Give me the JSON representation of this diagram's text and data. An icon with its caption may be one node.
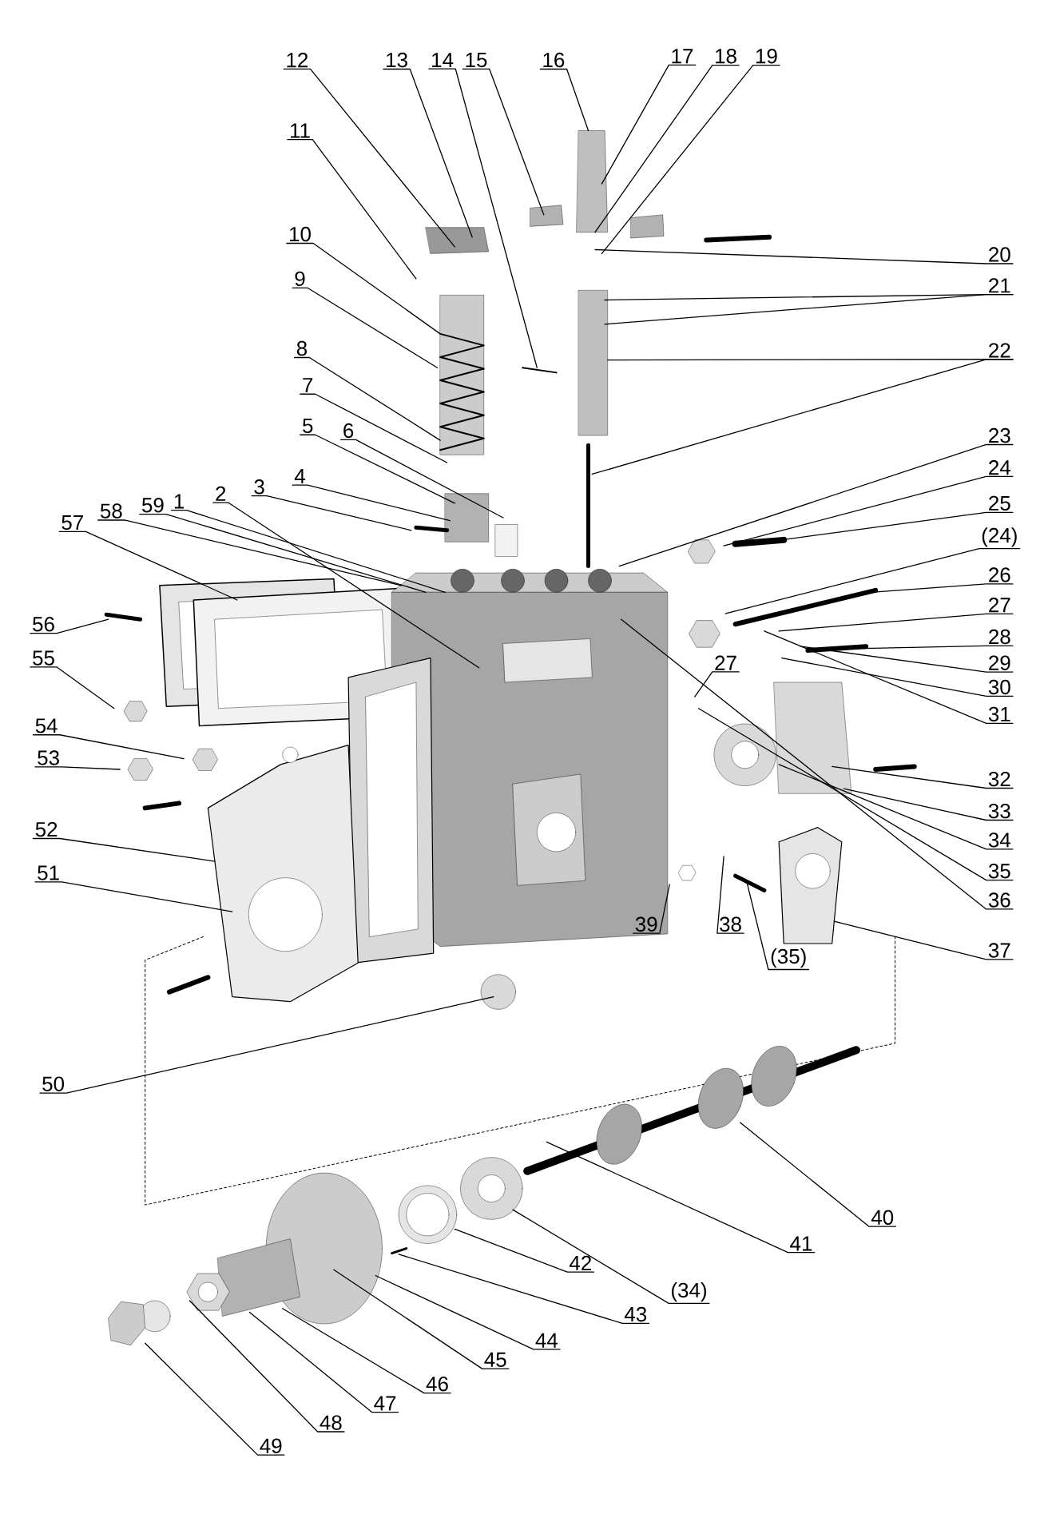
{
  "diagram": {
    "nodes": [
      {
        "text": [
          "12"
        ]
      },
      {
        "text": [
          "13"
        ]
      },
      {
        "text": [
          "14"
        ]
      },
      {
        "text": [
          "15"
        ]
      },
      {
        "text": [
          "16"
        ]
      },
      {
        "text": [
          "17"
        ]
      },
      {
        "text": [
          "18"
        ]
      },
      {
        "text": [
          "19"
        ]
      },
      {
        "text": [
          "11"
        ]
      },
      {
        "text": [
          "10"
        ]
      },
      {
        "text": [
          "20"
        ]
      },
      {
        "text": [
          "21"
        ]
      },
      {
        "text": [
          "9"
        ]
      },
      {
        "text": [
          "8"
        ]
      },
      {
        "text": [
          "22"
        ]
      },
      {
        "text": [
          "7"
        ]
      },
      {
        "text": [
          "5"
        ]
      },
      {
        "text": [
          "6"
        ]
      },
      {
        "text": [
          "23"
        ]
      },
      {
        "text": [
          "24"
        ]
      },
      {
        "text": [
          "4"
        ]
      },
      {
        "text": [
          "3"
        ]
      },
      {
        "text": [
          "2"
        ]
      },
      {
        "text": [
          "1"
        ]
      },
      {
        "text": [
          "59"
        ]
      },
      {
        "text": [
          "58"
        ]
      },
      {
        "text": [
          "57"
        ]
      },
      {
        "text": [
          "25"
        ]
      },
      {
        "text": [
          "(24)"
        ]
      },
      {
        "text": [
          "26"
        ]
      },
      {
        "text": [
          "27"
        ]
      },
      {
        "text": [
          "28"
        ]
      },
      {
        "text": [
          "56"
        ]
      },
      {
        "text": [
          "29"
        ]
      },
      {
        "text": [
          "55"
        ]
      },
      {
        "text": [
          "27"
        ]
      },
      {
        "text": [
          "30"
        ]
      },
      {
        "text": [
          "31"
        ]
      },
      {
        "text": [
          "54"
        ]
      },
      {
        "text": [
          "53"
        ]
      },
      {
        "text": [
          "32"
        ]
      },
      {
        "text": [
          "33"
        ]
      },
      {
        "text": [
          "52"
        ]
      },
      {
        "text": [
          "34"
        ]
      },
      {
        "text": [
          "35"
        ]
      },
      {
        "text": [
          "51"
        ]
      },
      {
        "text": [
          "36"
        ]
      },
      {
        "text": [
          "39"
        ]
      },
      {
        "text": [
          "38"
        ]
      },
      {
        "text": [
          "37"
        ]
      },
      {
        "text": [
          "(35)"
        ]
      },
      {
        "text": [
          "50"
        ]
      },
      {
        "text": [
          "40"
        ]
      },
      {
        "text": [
          "41"
        ]
      },
      {
        "text": [
          "42"
        ]
      },
      {
        "text": [
          "(34)"
        ]
      },
      {
        "text": [
          "43"
        ]
      },
      {
        "text": [
          "44"
        ]
      },
      {
        "text": [
          "45"
        ]
      },
      {
        "text": [
          "46"
        ]
      },
      {
        "text": [
          "47"
        ]
      },
      {
        "text": [
          "48"
        ]
      },
      {
        "text": [
          "49"
        ]
      }
    ],
    "edges": [
      {
        "from": 0,
        "to": null,
        "arrow": "none"
      },
      {
        "from": 1,
        "to": null,
        "arrow": "none"
      },
      {
        "from": 2,
        "to": null,
        "arrow": "none"
      },
      {
        "from": 3,
        "to": null,
        "arrow": "none"
      },
      {
        "from": 4,
        "to": null,
        "arrow": "none"
      },
      {
        "from": 5,
        "to": null,
        "arrow": "none"
      },
      {
        "from": 6,
        "to": null,
        "arrow": "none"
      },
      {
        "from": 7,
        "to": null,
        "arrow": "none"
      },
      {
        "from": 8,
        "to": null,
        "arrow": "none"
      },
      {
        "from": 9,
        "to": null,
        "arrow": "none"
      },
      {
        "from": 10,
        "to": null,
        "arrow": "none"
      },
      {
        "from": 11,
        "to": null,
        "arrow": "none"
      },
      {
        "from": 11,
        "to": null,
        "arrow": "none"
      },
      {
        "from": 12,
        "to": null,
        "arrow": "none"
      },
      {
        "from": 13,
        "to": null,
        "arrow": "none"
      },
      {
        "from": 14,
        "to": null,
        "arrow": "none"
      },
      {
        "from": 14,
        "to": null,
        "arrow": "none"
      },
      {
        "from": 15,
        "to": null,
        "arrow": "none"
      },
      {
        "from": 16,
        "to": null,
        "arrow": "none"
      },
      {
        "from": 17,
        "to": null,
        "arrow": "none"
      },
      {
        "from": 18,
        "to": null,
        "arrow": "none"
      },
      {
        "from": 19,
        "to": null,
        "arrow": "none"
      },
      {
        "from": 20,
        "to": null,
        "arrow": "none"
      },
      {
        "from": 21,
        "to": null,
        "arrow": "none"
      },
      {
        "from": 22,
        "to": null,
        "arrow": "none"
      },
      {
        "from": 23,
        "to": null,
        "arrow": "none"
      },
      {
        "from": 24,
        "to": null,
        "arrow": "none"
      },
      {
        "from": 25,
        "to": null,
        "arrow": "none"
      },
      {
        "from": 26,
        "to": null,
        "arrow": "none"
      },
      {
        "from": 27,
        "to": null,
        "arrow": "none"
      },
      {
        "from": 28,
        "to": null,
        "arrow": "none"
      },
      {
        "from": 29,
        "to": null,
        "arrow": "none"
      },
      {
        "from": 30,
        "to": null,
        "arrow": "none"
      },
      {
        "from": 31,
        "to": null,
        "arrow": "none"
      },
      {
        "from": 32,
        "to": null,
        "arrow": "none"
      },
      {
        "from": 33,
        "to": null,
        "arrow": "none"
      },
      {
        "from": 34,
        "to": null,
        "arrow": "none"
      },
      {
        "from": 35,
        "to": null,
        "arrow": "none"
      },
      {
        "from": 36,
        "to": null,
        "arrow": "none"
      },
      {
        "from": 37,
        "to": null,
        "arrow": "none"
      },
      {
        "from": 38,
        "to": null,
        "arrow": "none"
      },
      {
        "from": 39,
        "to": null,
        "arrow": "none"
      },
      {
        "from": 40,
        "to": null,
        "arrow": "none"
      },
      {
        "from": 41,
        "to": null,
        "arrow": "none"
      },
      {
        "from": 42,
        "to": null,
        "arrow": "none"
      },
      {
        "from": 43,
        "to": null,
        "arrow": "none"
      },
      {
        "from": 44,
        "to": null,
        "arrow": "none"
      },
      {
        "from": 45,
        "to": null,
        "arrow": "none"
      },
      {
        "from": 46,
        "to": null,
        "arrow": "none"
      },
      {
        "from": 47,
        "to": null,
        "arrow": "none"
      },
      {
        "from": 48,
        "to": null,
        "arrow": "none"
      },
      {
        "from": 49,
        "to": null,
        "arrow": "none"
      },
      {
        "from": 50,
        "to": null,
        "arrow": "none"
      },
      {
        "from": 51,
        "to": null,
        "arrow": "none"
      },
      {
        "from": 52,
        "to": null,
        "arrow": "none"
      },
      {
        "from": 53,
        "to": null,
        "arrow": "none"
      },
      {
        "from": 54,
        "to": null,
        "arrow": "none"
      },
      {
        "from": 55,
        "to": null,
        "arrow": "none"
      },
      {
        "from": 56,
        "to": null,
        "arrow": "none"
      },
      {
        "from": 57,
        "to": null,
        "arrow": "none"
      },
      {
        "from": 58,
        "to": null,
        "arrow": "none"
      },
      {
        "from": 59,
        "to": null,
        "arrow": "none"
      },
      {
        "from": 60,
        "to": null,
        "arrow": "none"
      },
      {
        "from": 61,
        "to": null,
        "arrow": "none"
      },
      {
        "from": 62,
        "to": null,
        "arrow": "none"
      }
    ]
  }
}
